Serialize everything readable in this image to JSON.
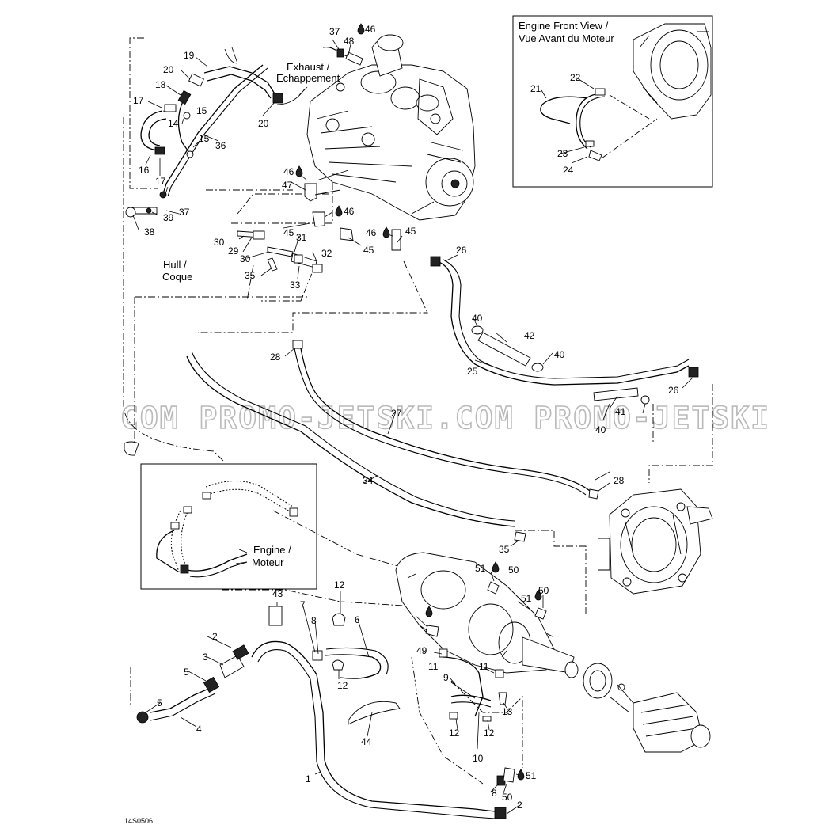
{
  "diagram_code": "14S0506",
  "watermark": "COM PROMO-JETSKI.COM PROMO-JETSKI",
  "labels": {
    "engine_front_view_line1": "Engine Front View /",
    "engine_front_view_line2": "Vue Avant du Moteur",
    "exhaust_line1": "Exhaust /",
    "exhaust_line2": "Echappement",
    "hull_line1": "Hull /",
    "hull_line2": "Coque",
    "engine_line1": "Engine /",
    "engine_line2": "Moteur"
  },
  "callouts": [
    "1",
    "2",
    "2",
    "3",
    "4",
    "5",
    "5",
    "6",
    "7",
    "8",
    "8",
    "9",
    "10",
    "11",
    "11",
    "12",
    "12",
    "12",
    "12",
    "13",
    "14",
    "15",
    "15",
    "16",
    "17",
    "17",
    "18",
    "19",
    "20",
    "20",
    "21",
    "22",
    "23",
    "24",
    "25",
    "26",
    "26",
    "27",
    "28",
    "28",
    "29",
    "30",
    "30",
    "31",
    "32",
    "33",
    "34",
    "35",
    "35",
    "36",
    "37",
    "37",
    "38",
    "39",
    "40",
    "40",
    "40",
    "41",
    "42",
    "43",
    "44",
    "45",
    "45",
    "45",
    "46",
    "46",
    "46",
    "46",
    "47",
    "48",
    "49",
    "50",
    "50",
    "50",
    "51",
    "51",
    "51"
  ],
  "colors": {
    "line": "#000000",
    "watermark": "#b9b9b9",
    "background": "#ffffff"
  },
  "icon_names": [
    "sealant-drop-icon"
  ]
}
